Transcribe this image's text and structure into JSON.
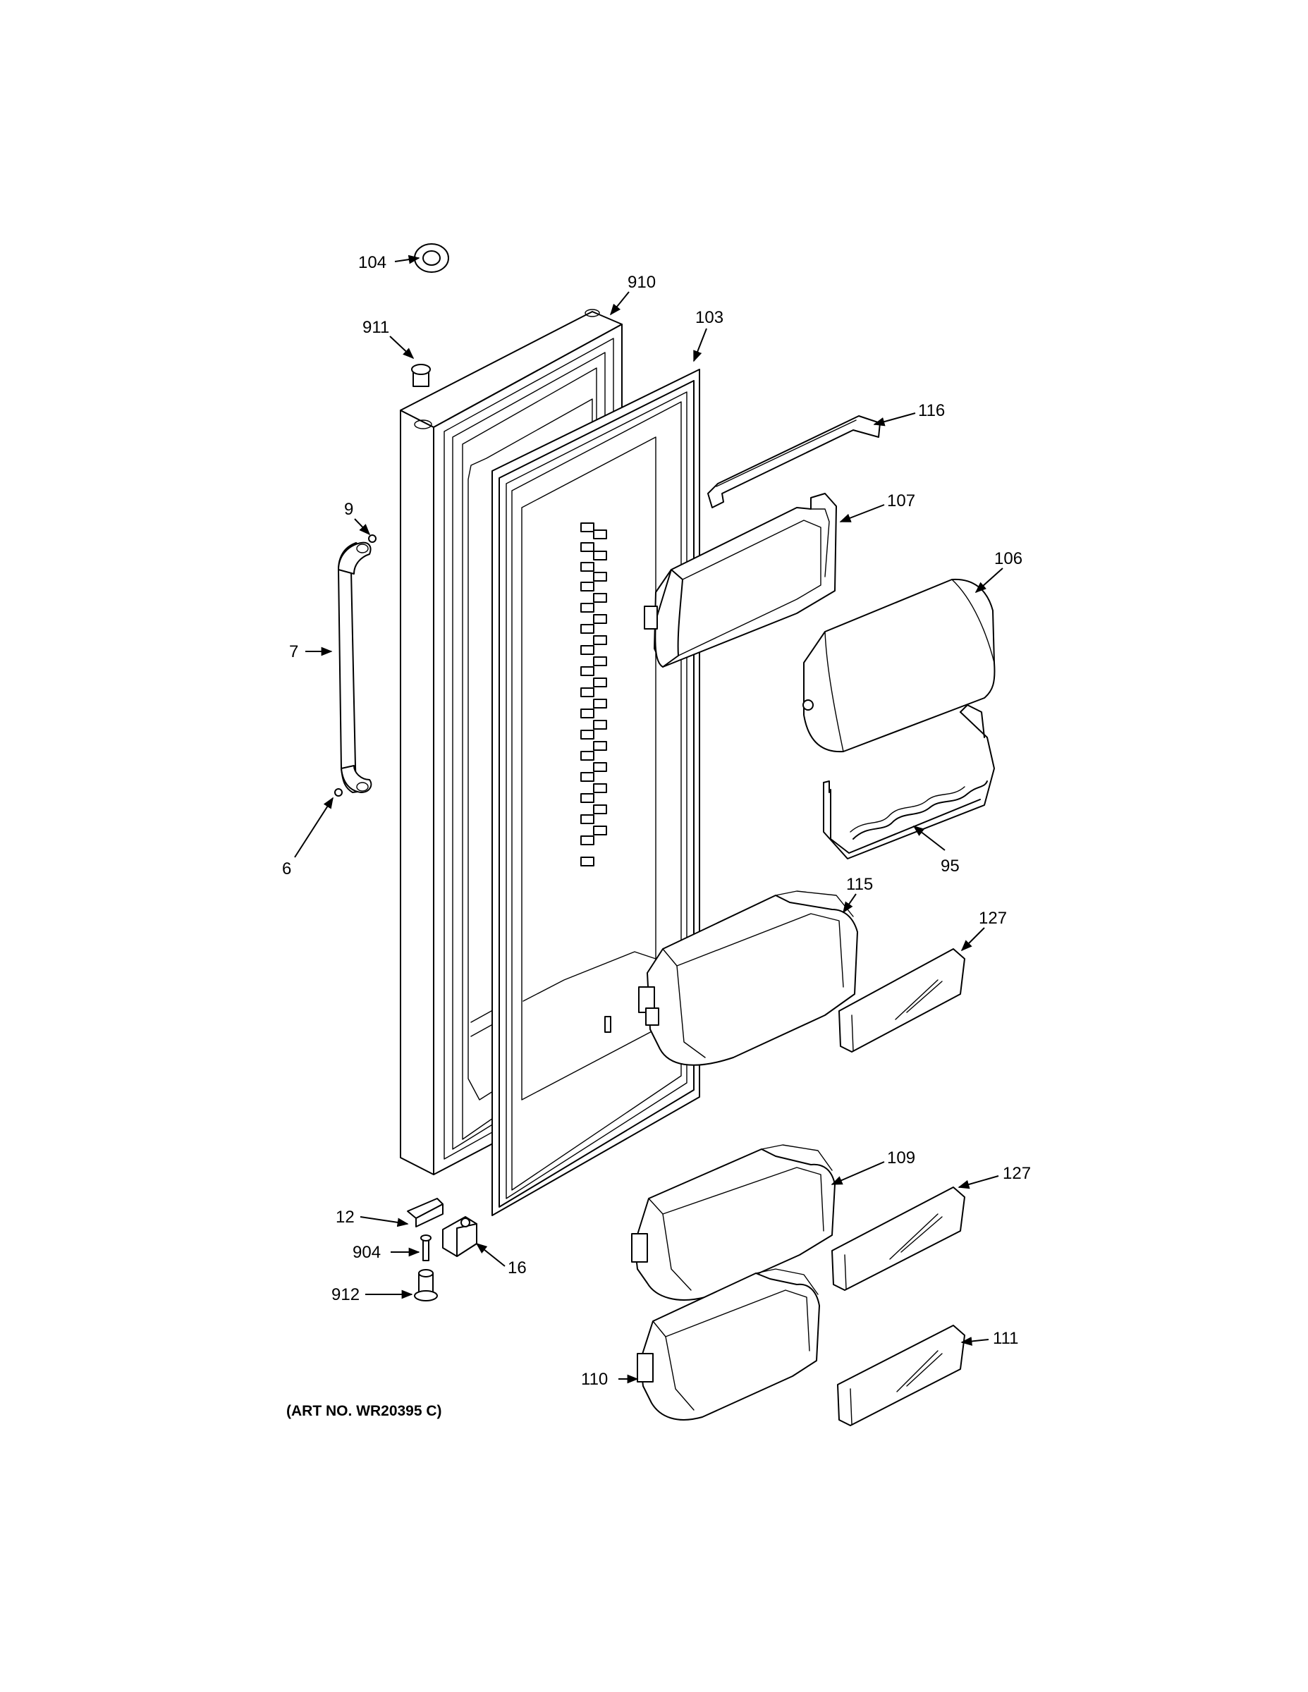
{
  "callouts": {
    "c104": "104",
    "c910": "910",
    "c911": "911",
    "c103": "103",
    "c116": "116",
    "c107": "107",
    "c106": "106",
    "c9": "9",
    "c7": "7",
    "c6": "6",
    "c95": "95",
    "c115": "115",
    "c127a": "127",
    "c109": "109",
    "c127b": "127",
    "c12": "12",
    "c904": "904",
    "c16": "16",
    "c912": "912",
    "c110": "110",
    "c111": "111"
  },
  "art_number": "(ART NO. WR20395 C)"
}
